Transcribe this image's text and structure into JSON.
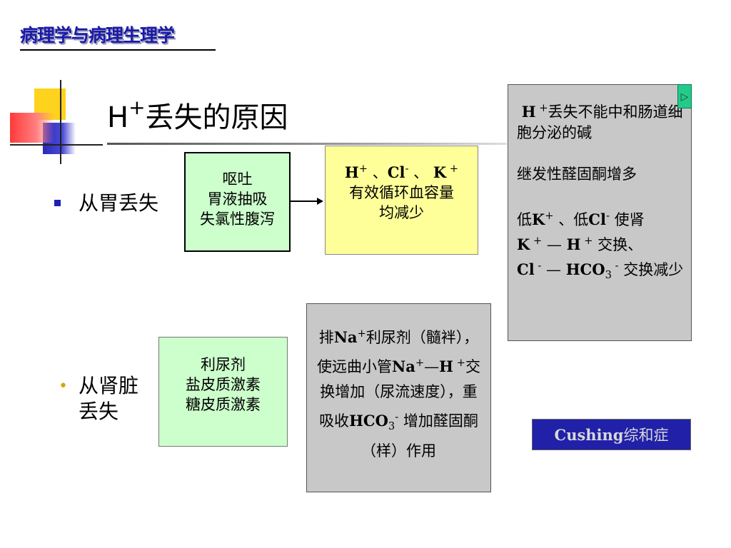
{
  "header": {
    "course_title": "病理学与病理生理学"
  },
  "slide": {
    "title_main": "H",
    "title_sup": "+",
    "title_rest": "丢失的原因"
  },
  "bullets": {
    "stomach": "从胃丢失",
    "kidney": "从肾脏丢失"
  },
  "stomach_box": {
    "line1": "呕吐",
    "line2": "胃液抽吸",
    "line3": "失氯性腹泻"
  },
  "yellow_box": {
    "ion_h": "H",
    "ion_h_sup": "+",
    "sep1": " 、",
    "ion_cl": "Cl",
    "ion_cl_sup": "-",
    "sep2": " 、",
    "ion_k": "K",
    "ion_k_sup": " +",
    "line2": "有效循环血容量",
    "line3": "均减少"
  },
  "right_box": {
    "p1_h": "H",
    "p1_sup": " +",
    "p1_rest": "丢失不能中和肠道细胞分泌的碱",
    "p2": "继发性醛固酮增多",
    "p3_a": "低",
    "p3_k": "K",
    "p3_k_sup": "+",
    "p3_b": " 、低",
    "p3_cl": "Cl",
    "p3_cl_sup": "-",
    "p3_c": " 使肾",
    "p3_k2": "K",
    "p3_k2_sup": " +",
    "p3_d": " — ",
    "p3_h": "H",
    "p3_h_sup": " +",
    "p3_e": " 交换、",
    "p3_cl2": "Cl",
    "p3_cl2_sup": " -",
    "p3_f": " — ",
    "p3_hco": "HCO",
    "p3_hco_sub": "3",
    "p3_hco_sup": " -",
    "p3_g": " 交换减少"
  },
  "renal_causes": {
    "line1": "利尿剂",
    "line2": "盐皮质激素",
    "line3": "糖皮质激素"
  },
  "renal_mech": {
    "a": "排",
    "na": "Na",
    "na_sup": "+",
    "b": "利尿剂（髓袢），使远曲小管",
    "na2": "Na",
    "na2_sup": "+",
    "c": "—",
    "h": "H",
    "h_sup": " +",
    "d": "交换增加（尿流速度），重吸收",
    "hco": "HCO",
    "hco_sub": "3",
    "hco_sup": "-",
    "e": " 增加醛固酮（样）作用"
  },
  "cushing": {
    "latin": "Cushing",
    "cn": "综和症"
  },
  "nav": {
    "next_glyph": "▷"
  },
  "colors": {
    "course_title": "#1a1aa8",
    "causes_bg": "#ccffcc",
    "yellow_bg": "#ffff99",
    "gray_bg": "#c8c8c8",
    "cushing_bg": "#2020a8",
    "bullet_square": "#1f1fb8",
    "bullet_dot": "#d4a800",
    "nav_button": "#22cc88"
  }
}
